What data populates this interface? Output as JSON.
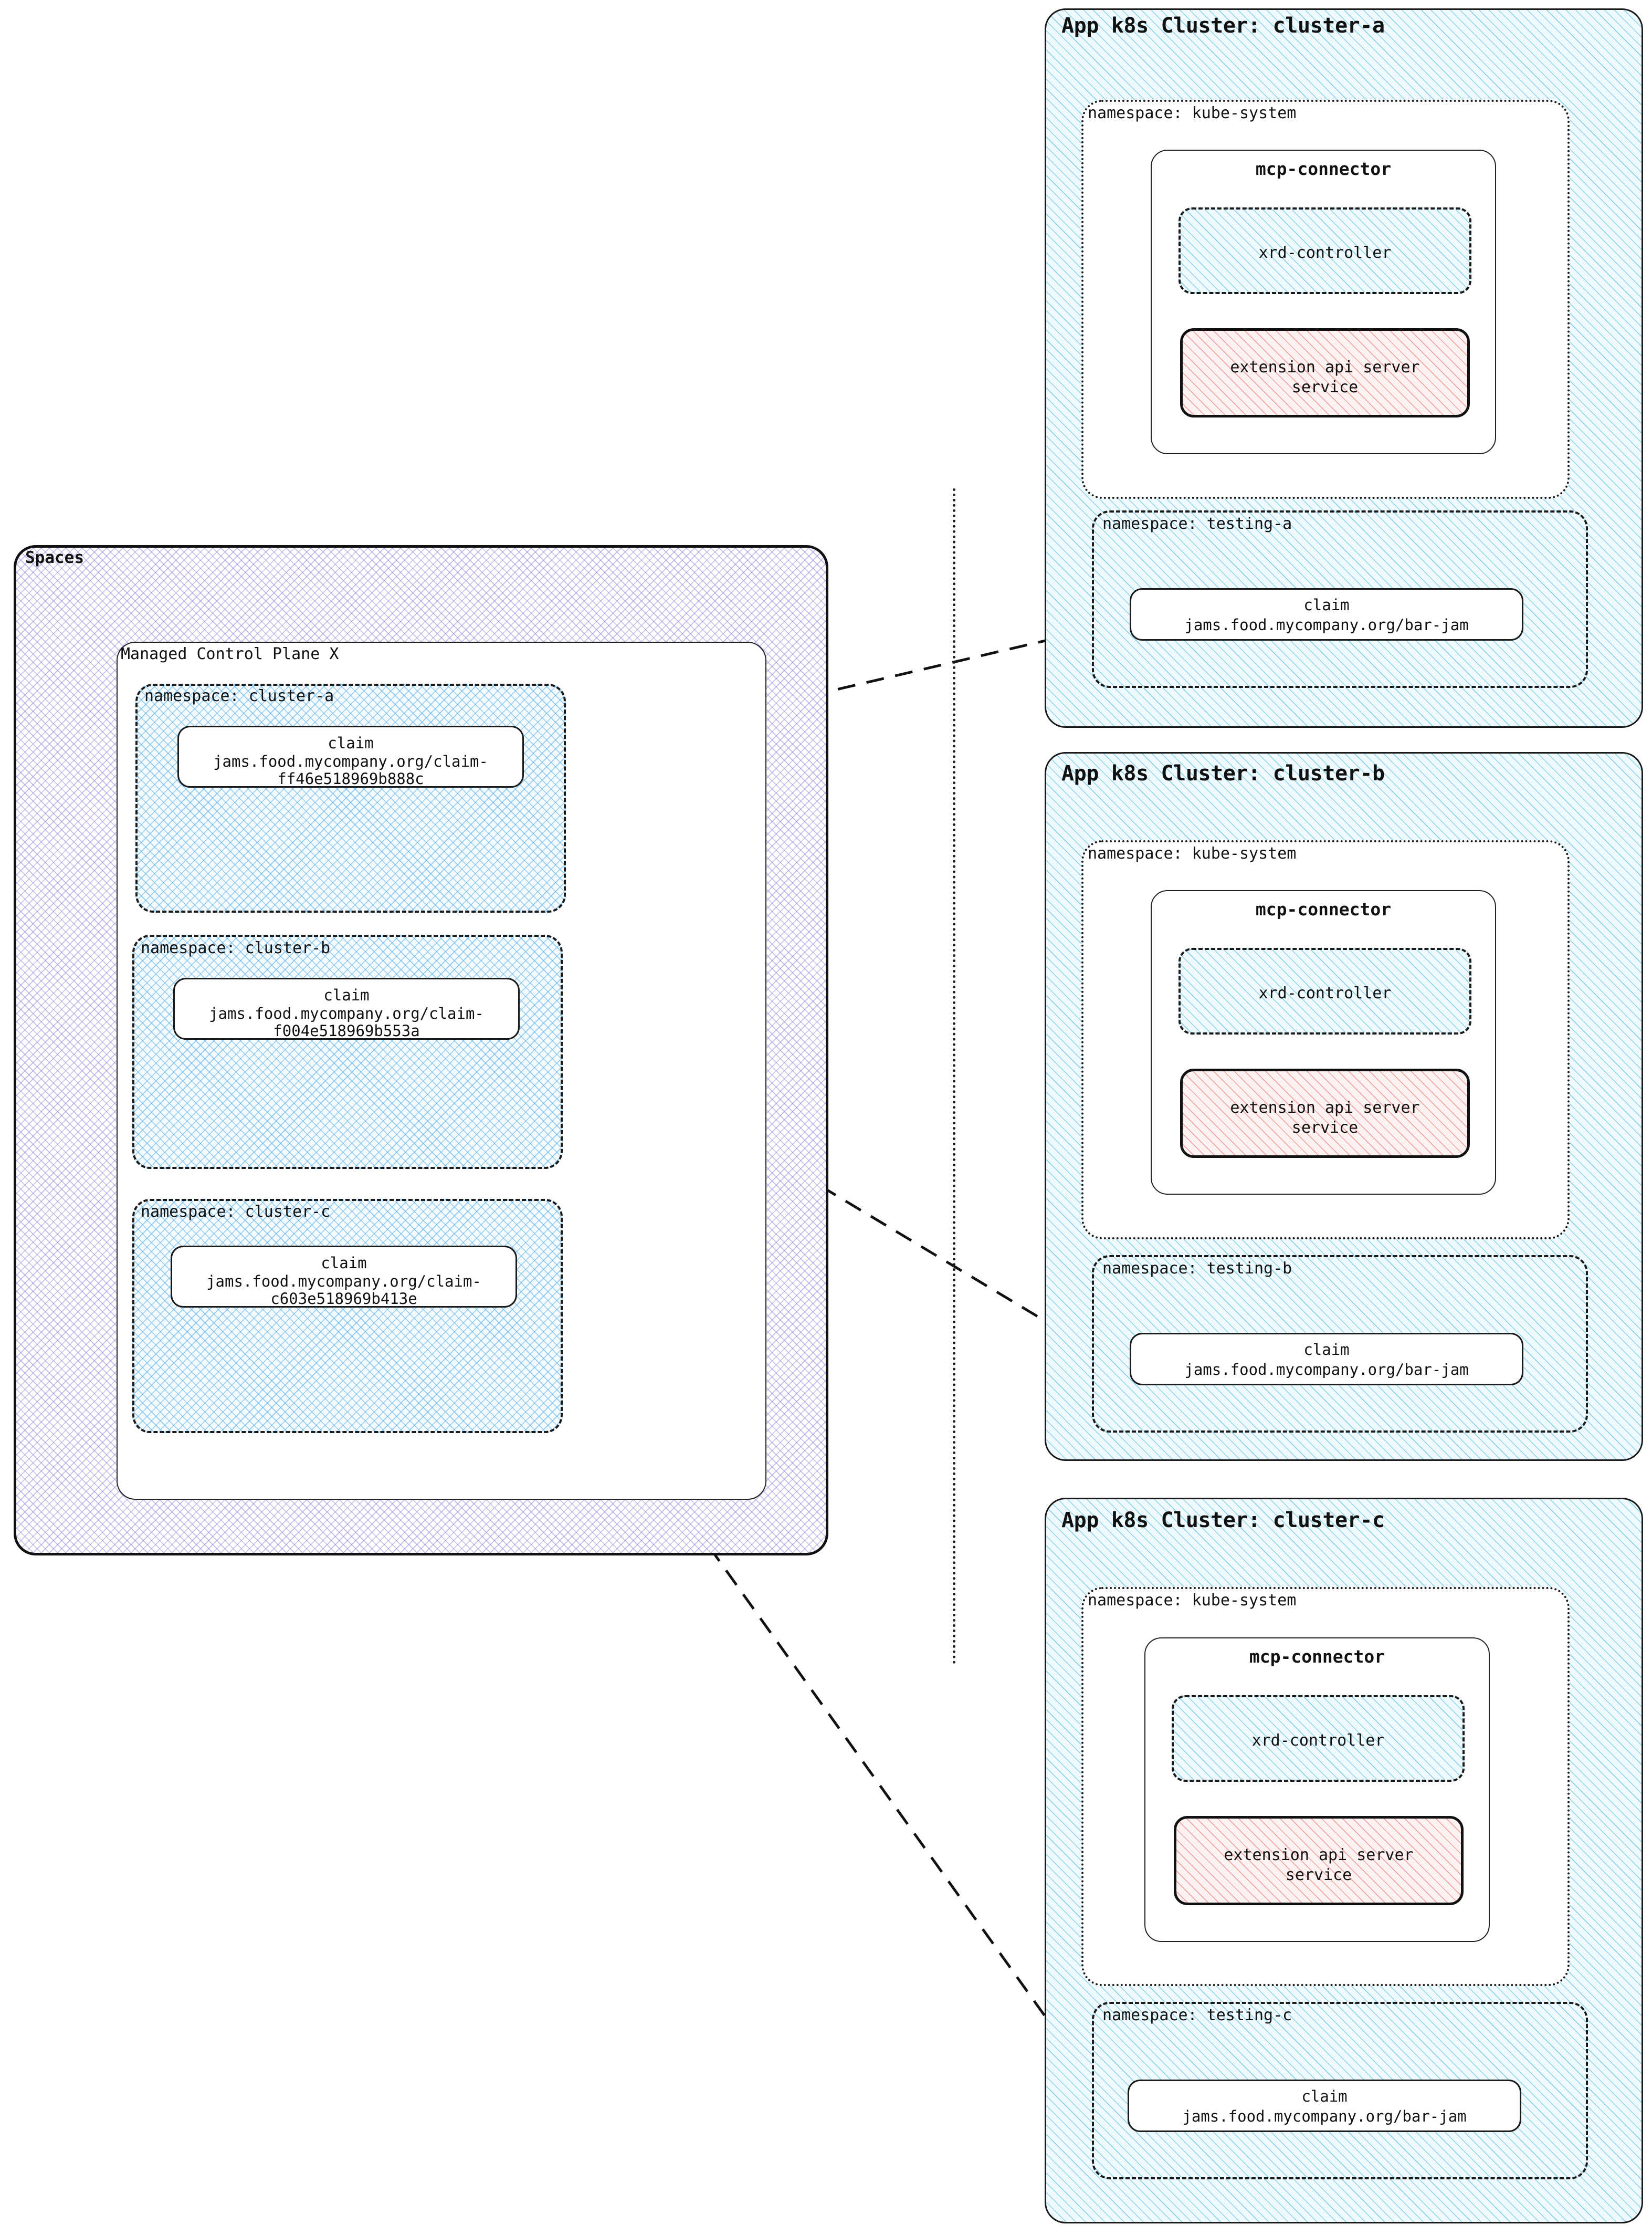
{
  "diagram": {
    "title_hidden": "Crossplane Spaces to App k8s Clusters claim propagation",
    "spaces": {
      "label": "Spaces",
      "control_plane": {
        "label": "Managed Control Plane X",
        "namespaces": [
          {
            "label": "namespace: cluster-a",
            "claim": {
              "kind": "claim",
              "ref": "jams.food.mycompany.org/claim-",
              "ref2": "ff46e518969b888c"
            }
          },
          {
            "label": "namespace: cluster-b",
            "claim": {
              "kind": "claim",
              "ref": "jams.food.mycompany.org/claim-",
              "ref2": "f004e518969b553a"
            }
          },
          {
            "label": "namespace: cluster-c",
            "claim": {
              "kind": "claim",
              "ref": "jams.food.mycompany.org/claim-",
              "ref2": "c603e518969b413e"
            }
          }
        ]
      }
    },
    "clusters": [
      {
        "title": "App k8s Cluster: cluster-a",
        "kube_system": {
          "label": "namespace: kube-system",
          "mcp_connector": {
            "title": "mcp-connector",
            "xrd_controller": "xrd-controller",
            "extension_api": "extension api server",
            "extension_api_2": "service"
          }
        },
        "testing_namespace": {
          "label": "namespace: testing-a",
          "claim": {
            "kind": "claim",
            "ref": "jams.food.mycompany.org/bar-jam"
          }
        }
      },
      {
        "title": "App k8s Cluster: cluster-b",
        "kube_system": {
          "label": "namespace: kube-system",
          "mcp_connector": {
            "title": "mcp-connector",
            "xrd_controller": "xrd-controller",
            "extension_api": "extension api server",
            "extension_api_2": "service"
          }
        },
        "testing_namespace": {
          "label": "namespace: testing-b",
          "claim": {
            "kind": "claim",
            "ref": "jams.food.mycompany.org/bar-jam"
          }
        }
      },
      {
        "title": "App k8s Cluster: cluster-c",
        "kube_system": {
          "label": "namespace: kube-system",
          "mcp_connector": {
            "title": "mcp-connector",
            "xrd_controller": "xrd-controller",
            "extension_api": "extension api server",
            "extension_api_2": "service"
          }
        },
        "testing_namespace": {
          "label": "namespace: testing-c",
          "claim": {
            "kind": "claim",
            "ref": "jams.food.mycompany.org/bar-jam"
          }
        }
      }
    ],
    "colors": {
      "spaces_hatch": "#9682dc",
      "namespace_hatch": "#50aaeb",
      "cluster_hatch": "#5abee1",
      "extension_api_hatch": "#eb7878",
      "stroke": "#1a1a1a"
    }
  }
}
